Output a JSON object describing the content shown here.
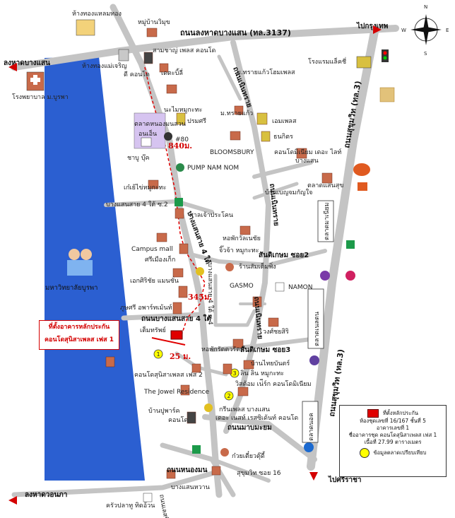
{
  "roads": {
    "bangsaen_road": "ถนนลงหาดบางแสน (ทล.3137)",
    "sukhumvit_upper": "ถนนสุขุมวิท (ทล.3)",
    "sukhumvit_lower": "ถนนสุขุมวิท (ทล.3)",
    "sai4": "ถนนบางแสนสาย 4 ใต้",
    "sai4_vertical": "บางแสนสาย 4 ใต้",
    "sai4_ko": "บางแสนสาย 4 ใต้ ซ.4",
    "sai4_small": "บางแสนสาย 4 ใต้ ซ.2",
    "mabprachan": "ถนนมาบมะยม",
    "sukhumvit16": "สุขุมวิท ซอย 16",
    "sanklang": "สันติเกษม ซอย2",
    "sanklang3": "สันติเกษม ซอย3",
    "nongmon": "ถนนเนินทราย",
    "to_bangkok": "ไปกรุงเทพ",
    "to_sriracha": "ไปศรีราชา",
    "to_bangsaen_beach": "ลงหาดบางแสน",
    "to_wonnapa": "ลงหาดวอนภา",
    "nongmonroad": "ถนนหนองมน",
    "lower_left": "ถนนเลสซี 5"
  },
  "places": {
    "hang": "ห้างทองแหลมทอง",
    "moo": "หมู่บ้านวิมุข",
    "sammit": "สามชาญ่ เพลส คอนโด",
    "hangsaen": "ห้างทองแม่เจริญ",
    "condo_ki": "ดี คอนโด",
    "hospital": "โรงพยาบาล ม.บูรพา",
    "dettana": "เดตะบิ้ลี่",
    "ma_sai": "ม.ทรายแก้วโฮมเพลส",
    "hotel_lab": "โรงแรมแล็คชี่",
    "naimai": "นะไมหมูกะทะ",
    "pramsri": "ปรมศรี",
    "ma_sai2": "ม.ทรายแก้ว",
    "emplace": "เอมเพลส",
    "tonkiat": "ธนกิตร",
    "market": "ตลาดหนองมนสวน",
    "market2": "อนเอ็น",
    "n80": "#80",
    "bloomsbury": "BLOOMSBURY",
    "condo_line": "คอนโดมิเนียม เดอะ ไลท์",
    "condo_line2": "บางแสน",
    "chaboo": "ชาบู บุ๊ค",
    "pump": "PUMP NAM NOM",
    "market_bs": "ตลาดแสนสุข",
    "baan_cha": "บ้านเบญจมกัญใจ",
    "kiew": "เก๋เย้ไข่หมูกะทะ",
    "sala": "ศาลเจ้าประโคน",
    "dorm_wan": "หอพักวัลเนชัย",
    "jew": "จิ๊วจ้า หมูกะทะ",
    "campus": "Campus mall",
    "srimuang": "ศรีเมืองเก็ก",
    "ban_sam": "ร้านสัมเต็มพิ่ง",
    "gasmo": "GASMO",
    "namon": "NAMON",
    "srichai": "เอกศิริชัย แมนชั่น",
    "phusri": "ภูษศรี อพาร์ทเม้นท์",
    "mansion": "เต็มทรัพย์",
    "wongsri": "วงศ์ชยสิริ",
    "dorm_ra": "หอพักรัตตวรัตน์",
    "ban_tai": "บ้านไทยบันตร์",
    "lin": "ลิน ลิน หมูกะทะ",
    "wisa": "วิสต้อม เน่ีร์ก คอนโดมิเนียม",
    "condo_phase2": "คอนโดสุนิสาเพลส เฟส 2",
    "jowel": "The Jowel Residence",
    "baan_poo": "บ้านปูพาร์ค",
    "baan_poo2": "คอนโด",
    "greenplace": "กรีนเพลส บางแสน",
    "ness": "เดอะ เนสท์ เรสซิเด้นท์ คอนโด",
    "kuay": "ก๋วยเตี๋ยวตุ๊ดี้",
    "bangsaen_ban": "บางแสนหวาน",
    "krua": "ครัวปลาทู ทิดอ้วน",
    "univ": "มหาวิทยาลัยบูรพา",
    "tesco": "ตลาดมาเนียม",
    "tesco2": "ตลาดเนลตน",
    "tesco3": "ตลาดนอค"
  },
  "distances": {
    "d840": "840ม.",
    "d345": "345ม.",
    "d25": "25 ม."
  },
  "callout": {
    "line1": "ที่ตั้งอาคารหลักประกัน",
    "line2": "คอนโดสุนิสาเพลส เฟส 1"
  },
  "legend": {
    "item1": "ที่ตั้งหลักประกัน",
    "line2": "ห้องชุดเลขที่ 16/167 ชั้นที่ 5",
    "line3": "อาคารเลขที่ 1",
    "line4": "ชื่ออาคารชุด คอนโดสุนิสาเพลส เฟส 1",
    "line5": "เนื้อที่ 27.99 ตารางเมตร",
    "item2": "ข้อมูลตลาดเปรียบเทียบ"
  },
  "compass": {
    "n": "N",
    "s": "S",
    "e": "E",
    "w": "W"
  },
  "markers": [
    "1",
    "2",
    "3"
  ],
  "colors": {
    "road": "#c4c4c4",
    "university": "#2b5fd1",
    "subject": "#e00000",
    "comparable": "#ffff00",
    "route": "#e00000"
  }
}
